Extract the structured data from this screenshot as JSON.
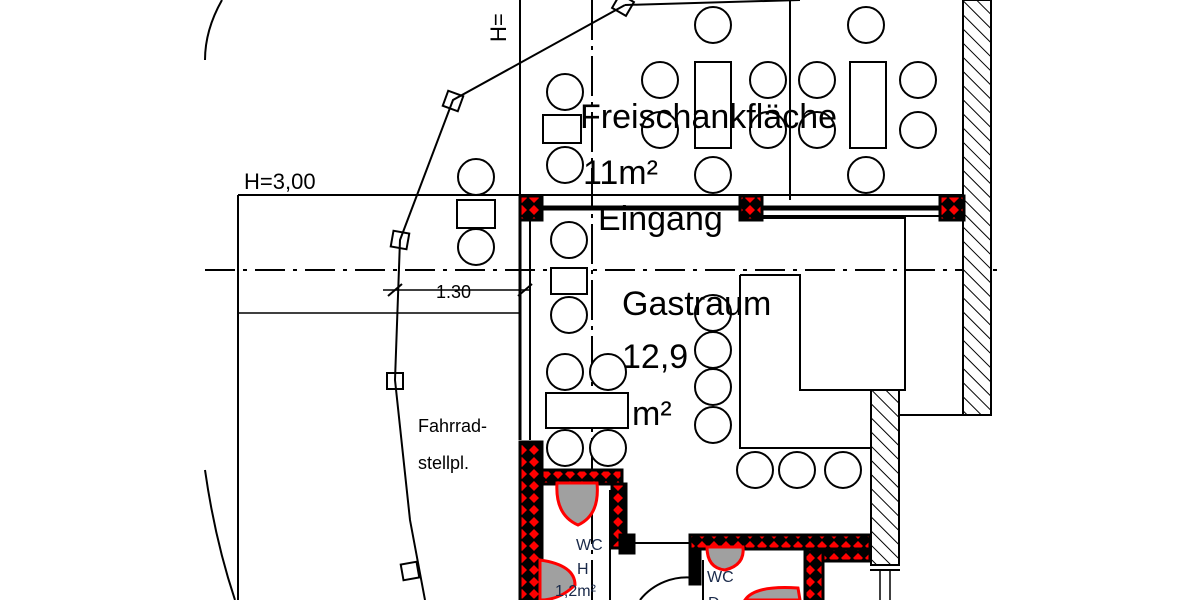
{
  "plan": {
    "height_label_top": "H=3,00",
    "height_label_rotated": "H=",
    "area_outdoor_name": "Freischankfläche",
    "area_outdoor_size": "11m²",
    "entrance_label": "Eingang",
    "dimension_label": "1.30",
    "area_indoor_name": "Gastraum",
    "area_indoor_size_line1": "12,9",
    "area_indoor_size_line2": "m²",
    "bike_label_line1": "Fahrrad-",
    "bike_label_line2": "stellpl.",
    "wc1_label": "WC",
    "wc1_sub": "H",
    "wc1_area": "1,2m²",
    "wc2_label": "WC",
    "wc2_sub": "D"
  },
  "colors": {
    "wall_fill": "#ff0000",
    "wall_stroke": "#000000",
    "fixture_fill": "#a0a0a0"
  }
}
